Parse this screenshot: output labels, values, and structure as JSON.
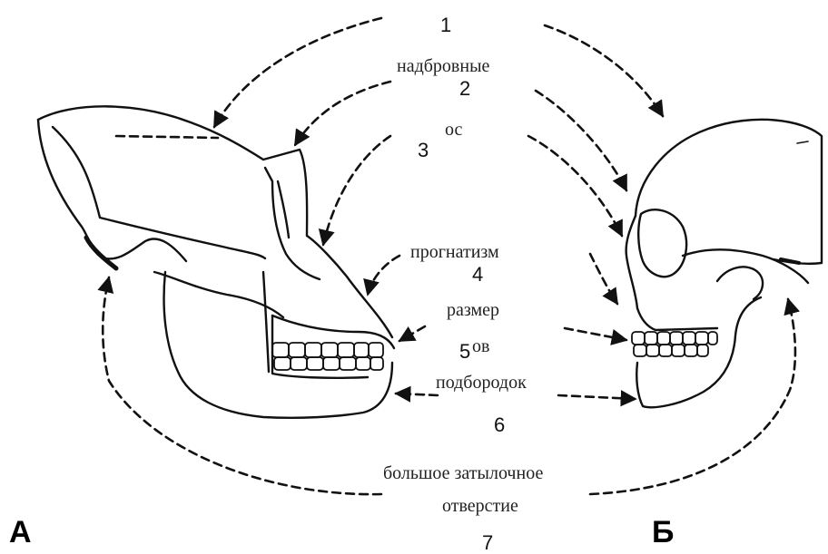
{
  "figure": {
    "skull_a_letter": "А",
    "skull_b_letter": "Б",
    "labels": [
      "надбровные",
      "ос",
      "прогнатизм",
      "размер",
      "ов",
      "подбородок",
      "большое затылочное",
      "отверстие"
    ],
    "numbers": [
      "1",
      "2",
      "3",
      "4",
      "5",
      "6",
      "7"
    ]
  }
}
